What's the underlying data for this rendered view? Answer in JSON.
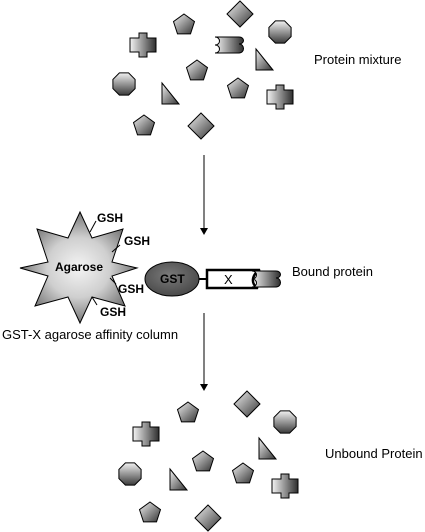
{
  "labels": {
    "protein_mixture": "Protein mixture",
    "bound_protein": "Bound protein",
    "unbound_protein": "Unbound Protein",
    "column": "GST-X agarose affinity column",
    "agarose": "Agarose",
    "gst": "GST",
    "x": "X",
    "gsh": "GSH"
  },
  "shape_types": [
    "cross",
    "pentagon",
    "diamond",
    "octagon",
    "triangle",
    "scroll"
  ]
}
